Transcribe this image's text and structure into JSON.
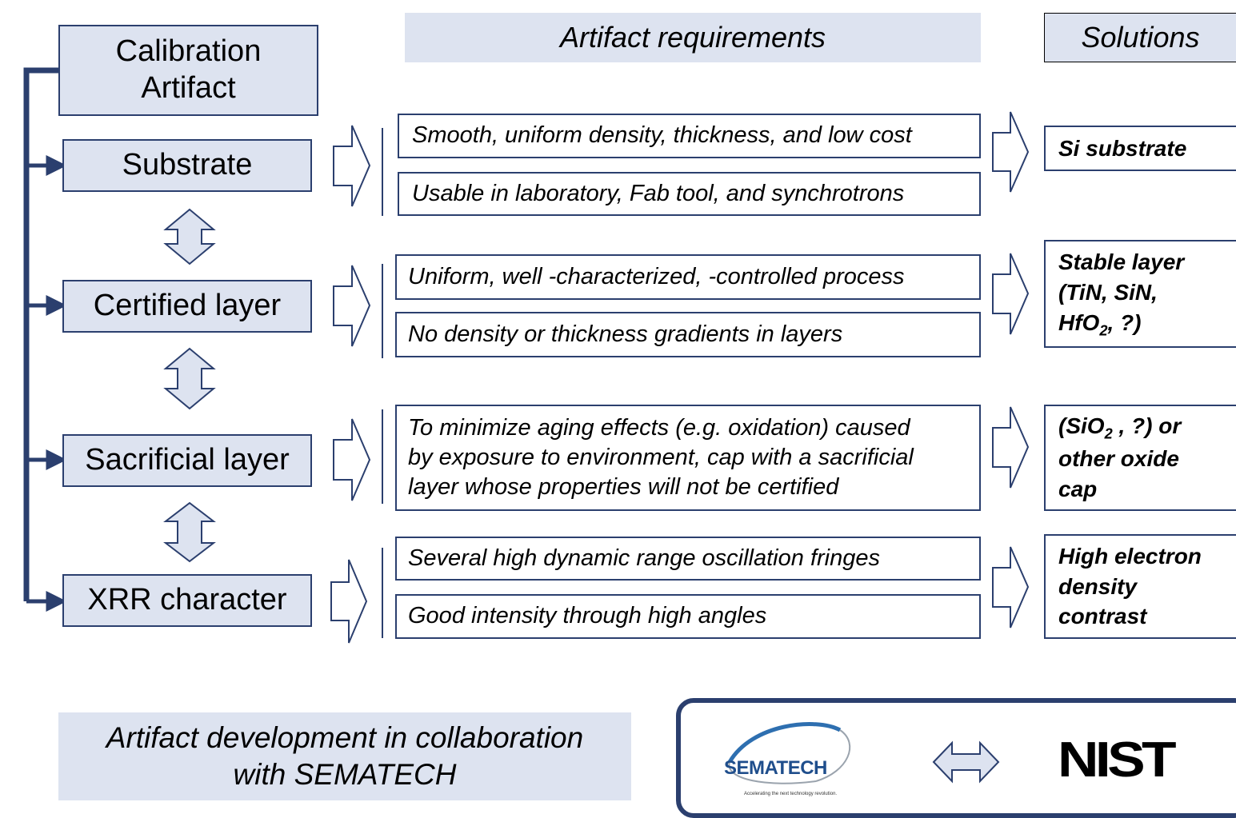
{
  "header": {
    "requirements": "Artifact requirements",
    "solutions": "Solutions"
  },
  "left": {
    "calibration": [
      "Calibration",
      "Artifact"
    ],
    "substrate": "Substrate",
    "certified": "Certified layer",
    "sacrificial": "Sacrificial layer",
    "xrr": "XRR character"
  },
  "requirements": {
    "r1": "Smooth, uniform density, thickness, and low cost",
    "r2": "Usable in laboratory, Fab tool, and synchrotrons",
    "r3": "Uniform, well -characterized, -controlled process",
    "r4": "No density or thickness gradients in layers",
    "r5_lines": [
      "To minimize aging effects (e.g. oxidation) caused",
      "by exposure to environment, cap with a sacrificial",
      "layer whose properties will not be certified"
    ],
    "r6": "Several high dynamic range oscillation fringes",
    "r7": "Good intensity through high angles"
  },
  "solutions": {
    "s1": "Si substrate",
    "s2": {
      "line1": "Stable layer",
      "line2": "(TiN, SiN,",
      "line3_pre": "HfO",
      "line3_sub": "2",
      "line3_post": ", ?)"
    },
    "s3": {
      "line1_pre": "(SiO",
      "line1_sub": "2",
      "line1_post": " , ?) or",
      "line2": "other oxide",
      "line3": "cap"
    },
    "s4": [
      "High electron",
      "density",
      "contrast"
    ]
  },
  "footer": {
    "collab": [
      "Artifact development in collaboration",
      "with SEMATECH"
    ],
    "sematech": "SEMATECH",
    "sematech_tag": "Accelerating the next technology revolution.",
    "nist": "NIST"
  },
  "colors": {
    "accent": "#2b3f6e",
    "fill": "#dde3f0"
  }
}
